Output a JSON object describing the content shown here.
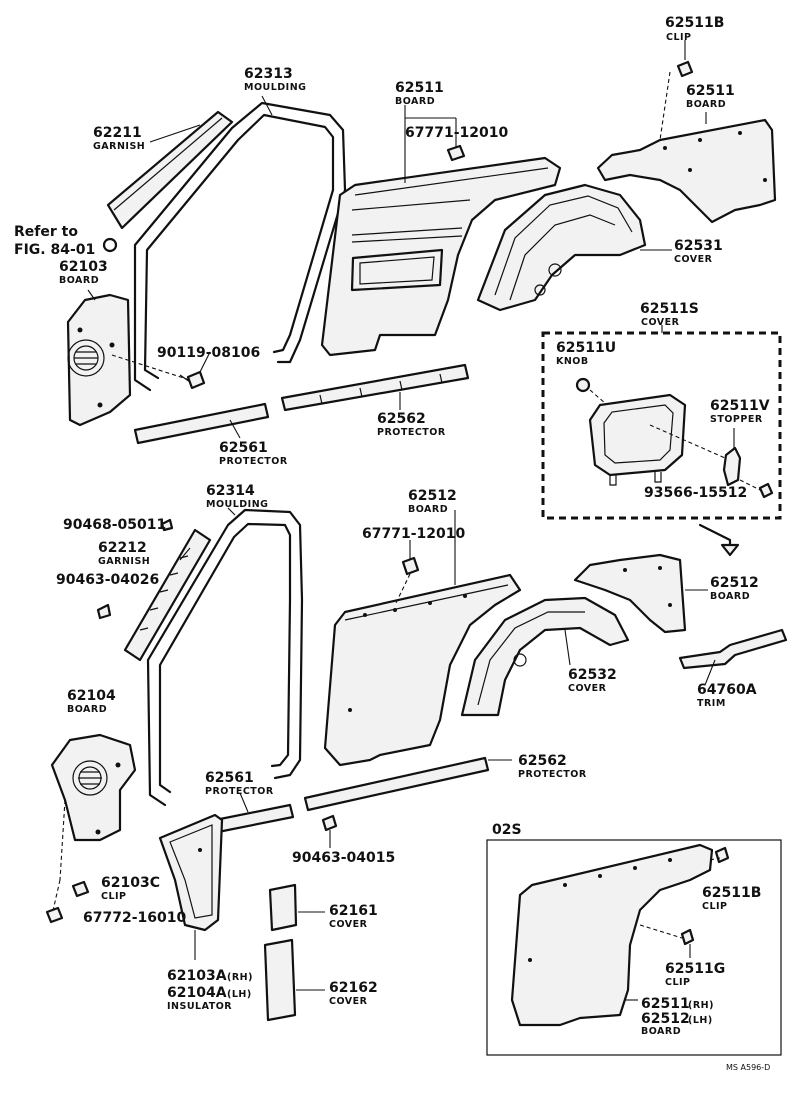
{
  "callouts": {
    "c62511B_top": {
      "num": "62511B",
      "label": "CLIP"
    },
    "c62511_top": {
      "num": "62511",
      "label": "BOARD"
    },
    "c62313": {
      "num": "62313",
      "label": "MOULDING"
    },
    "c62511_mid": {
      "num": "62511",
      "label": "BOARD"
    },
    "c67771_a": {
      "num": "67771-12010"
    },
    "c62211": {
      "num": "62211",
      "label": "GARNISH"
    },
    "c62103": {
      "num": "62103",
      "label": "BOARD"
    },
    "c90119": {
      "num": "90119-08106"
    },
    "c62531": {
      "num": "62531",
      "label": "COVER"
    },
    "c62511S": {
      "num": "62511S",
      "label": "COVER"
    },
    "c62511U": {
      "num": "62511U",
      "label": "KNOB"
    },
    "c62511V": {
      "num": "62511V",
      "label": "STOPPER"
    },
    "c93566": {
      "num": "93566-15512"
    },
    "c62562_a": {
      "num": "62562",
      "label": "PROTECTOR"
    },
    "c62561_a": {
      "num": "62561",
      "label": "PROTECTOR"
    },
    "c62314": {
      "num": "62314",
      "label": "MOULDING"
    },
    "c62512_mid": {
      "num": "62512",
      "label": "BOARD"
    },
    "c67771_b": {
      "num": "67771-12010"
    },
    "c90468": {
      "num": "90468-05011"
    },
    "c62212": {
      "num": "62212",
      "label": "GARNISH"
    },
    "c90463_a": {
      "num": "90463-04026"
    },
    "c62512_right": {
      "num": "62512",
      "label": "BOARD"
    },
    "c62532": {
      "num": "62532",
      "label": "COVER"
    },
    "c64760A": {
      "num": "64760A",
      "label": "TRIM"
    },
    "c62104": {
      "num": "62104",
      "label": "BOARD"
    },
    "c62562_b": {
      "num": "62562",
      "label": "PROTECTOR"
    },
    "c62561_b": {
      "num": "62561",
      "label": "PROTECTOR"
    },
    "c90463_b": {
      "num": "90463-04015"
    },
    "c62103C": {
      "num": "62103C",
      "label": "CLIP"
    },
    "c67772": {
      "num": "67772-16010"
    },
    "c62161": {
      "num": "62161",
      "label": "COVER"
    },
    "c62162": {
      "num": "62162",
      "label": "COVER"
    },
    "c62103A": {
      "num1": "62103A",
      "suffix1": "(RH)",
      "num2": "62104A",
      "suffix2": "(LH)",
      "label": "INSULATOR"
    },
    "c62511B_inset": {
      "num": "62511B",
      "label": "CLIP"
    },
    "c62511G": {
      "num": "62511G",
      "label": "CLIP"
    },
    "c62511_inset": {
      "num1": "62511",
      "suffix1": "(RH)",
      "num2": "62512",
      "suffix2": "(LH)",
      "label": "BOARD"
    }
  },
  "reference": {
    "line1": "Refer to",
    "line2": "FIG. 84-01"
  },
  "inset_title": "02S",
  "footer_code": "MS A596-D"
}
